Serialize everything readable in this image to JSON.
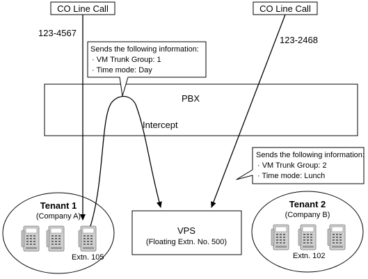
{
  "co_line_left": {
    "label": "CO Line Call",
    "number": "123-4567"
  },
  "co_line_right": {
    "label": "CO Line Call",
    "number": "123-2468"
  },
  "callout_left": {
    "title": "Sends the following information:",
    "line1": "· VM Trunk Group: 1",
    "line2": "· Time mode: Day"
  },
  "callout_right": {
    "title": "Sends the following information:",
    "line1": "· VM Trunk Group: 2",
    "line2": "· Time mode: Lunch"
  },
  "pbx": {
    "label": "PBX",
    "intercept_label": "Intercept"
  },
  "vps": {
    "label": "VPS",
    "sublabel": "(Floating Extn. No. 500)"
  },
  "tenant1": {
    "title": "Tenant 1",
    "company": "(Company A)",
    "extension": "Extn. 105"
  },
  "tenant2": {
    "title": "Tenant 2",
    "company": "(Company B)",
    "extension": "Extn. 102"
  }
}
